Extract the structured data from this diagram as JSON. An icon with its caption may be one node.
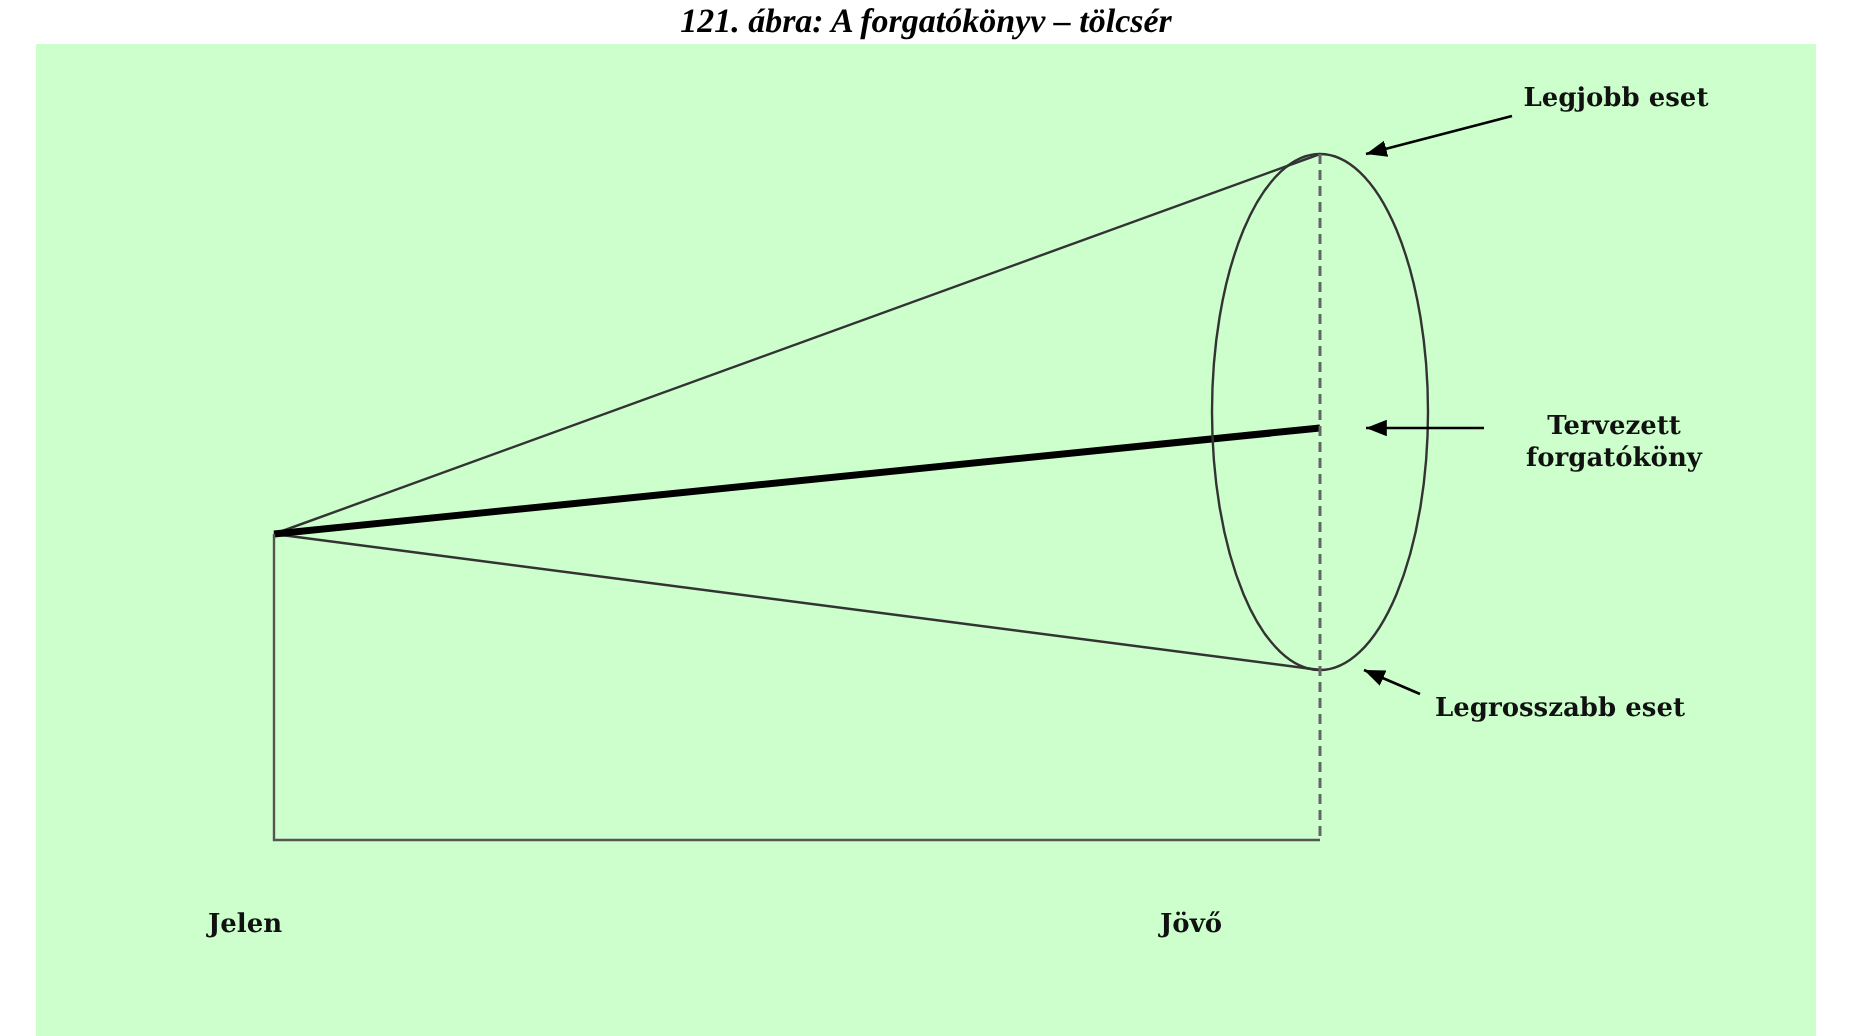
{
  "diagram": {
    "title": "121. ábra: A forgatókönyv – tölcsér",
    "nodes": [
      {
        "text": [
          "Legjobb eset"
        ]
      },
      {
        "text": [
          "Tervezett forgatóköny"
        ]
      },
      {
        "text": [
          "Legrosszabb eset"
        ]
      }
    ],
    "edges": [
      {
        "from": 0,
        "to": null,
        "arrow": "to"
      },
      {
        "from": 1,
        "to": null,
        "arrow": "to"
      },
      {
        "from": 2,
        "to": null,
        "arrow": "to"
      }
    ],
    "labels": [
      "Jelen",
      "Jövő"
    ]
  }
}
